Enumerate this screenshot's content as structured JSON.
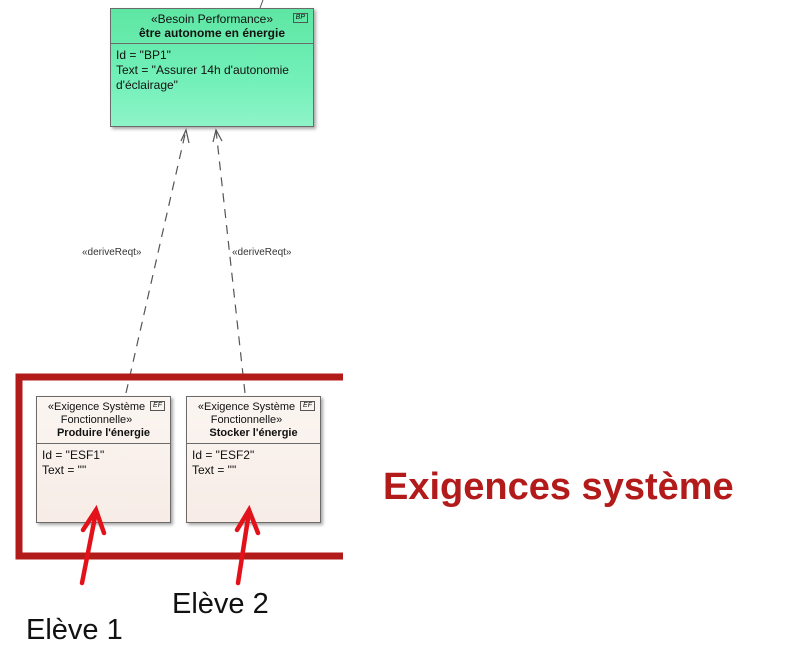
{
  "top_requirement": {
    "stereotype": "«Besoin Performance»",
    "name": "être autonome en énergie",
    "tag": "BP",
    "id_line": "Id = \"BP1\"",
    "text_line_1": "Text = \"Assurer 14h d'autonomie",
    "text_line_2": "d'éclairage\""
  },
  "system_requirements": [
    {
      "stereotype_line_1": "«Exigence Système",
      "stereotype_line_2": "Fonctionnelle»",
      "name": "Produire l'énergie",
      "tag": "EF",
      "id_line": "Id = \"ESF1\"",
      "text_line": "Text = \"\""
    },
    {
      "stereotype_line_1": "«Exigence Système",
      "stereotype_line_2": "Fonctionnelle»",
      "name": "Stocker l'énergie",
      "tag": "EF",
      "id_line": "Id = \"ESF2\"",
      "text_line": "Text = \"\""
    }
  ],
  "relations": [
    {
      "label": "«deriveReqt»"
    },
    {
      "label": "«deriveReqt»"
    }
  ],
  "annotation": {
    "group_label": "Exigences système",
    "students": [
      "Elève 1",
      "Elève 2"
    ]
  },
  "colors": {
    "frame": "#b31b1b",
    "arrow": "#e3121a",
    "top_box": "#6deeb2",
    "system_box": "#f9f1ec"
  }
}
